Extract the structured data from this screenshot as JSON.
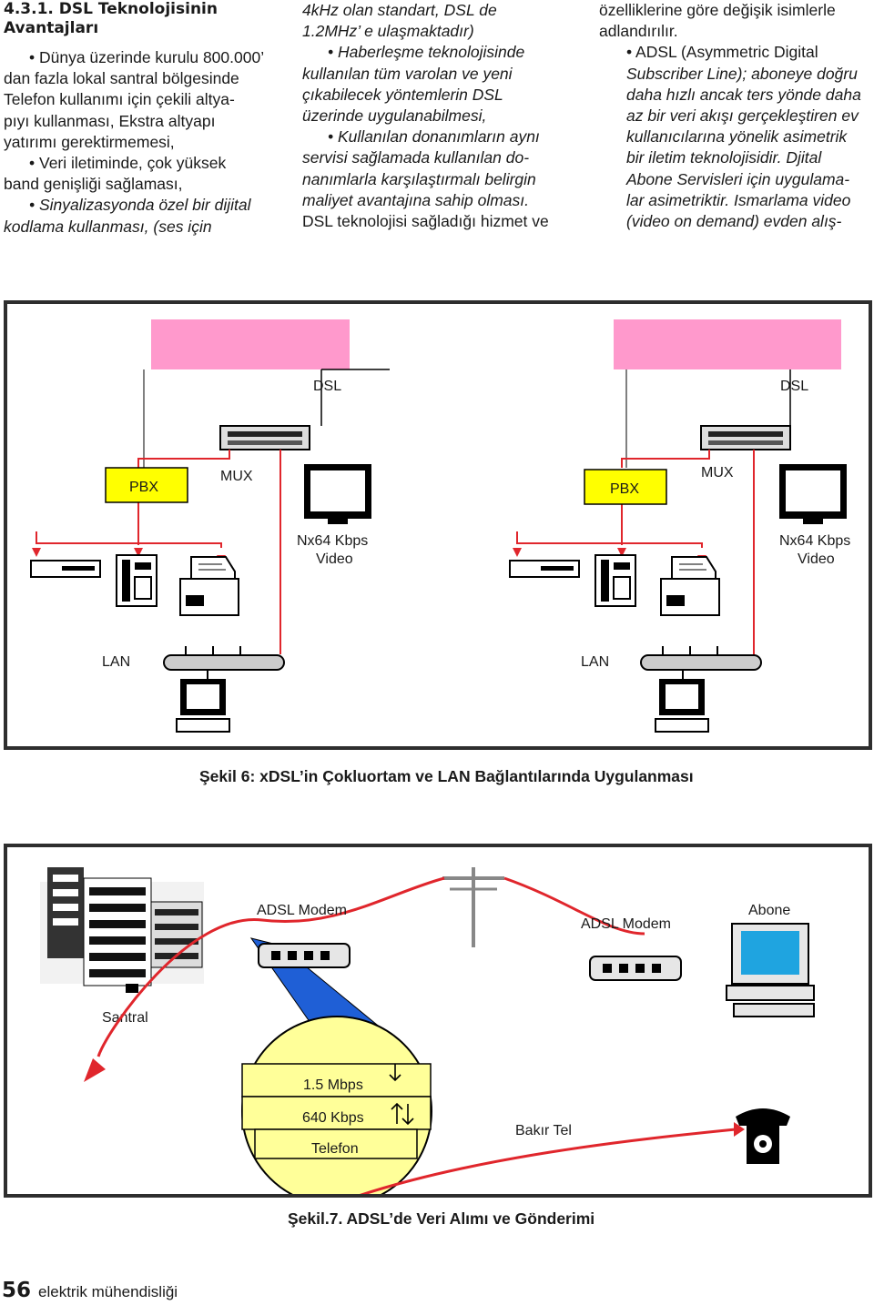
{
  "heading": "4.3.1. DSL Teknolojisinin Avantajları",
  "col1": {
    "l1": "• Dünya üzerinde kurulu 800.000’",
    "l2": "dan fazla lokal santral bölgesinde",
    "l3": "Telefon kullanımı için çekili altya-",
    "l4": "pıyı kullanması, Ekstra altyapı",
    "l5": "yatırımı gerektirmemesi,",
    "l6": "• Veri iletiminde, çok yüksek",
    "l7": "band genişliği sağlaması,",
    "l8": "• Sinyalizasyonda özel bir dijital",
    "l9": "kodlama kullanması, (ses için"
  },
  "col2": {
    "l1": "4kHz olan standart, DSL de",
    "l2": "1.2MHz’ e ulaşmaktadır)",
    "l3": "• Haberleşme teknolojisinde",
    "l4": "kullanılan tüm varolan ve yeni",
    "l5": "çıkabilecek yöntemlerin DSL",
    "l6": "üzerinde uygulanabilmesi,",
    "l7": "• Kullanılan donanımların aynı",
    "l8": "servisi sağlamada kullanılan do-",
    "l9": "nanımlarla karşılaştırmalı belirgin",
    "l10": "maliyet avantajına sahip olması.",
    "l11": "DSL teknolojisi sağladığı hizmet ve"
  },
  "col3": {
    "l1": "özelliklerine göre değişik isimlerle",
    "l2": "adlandırılır.",
    "l3": "• ADSL (Asymmetric Digital",
    "l4": "Subscriber Line); aboneye doğru",
    "l5": "daha hızlı ancak ters yönde daha",
    "l6": "az bir veri akışı gerçekleştiren ev",
    "l7": "kullanıcılarına yönelik asimetrik",
    "l8": "bir iletim teknolojisidir. Djital",
    "l9": "Abone Servisleri için uygulama-",
    "l10": "lar asimetriktir. Ismarlama video",
    "l11": "(video on demand) evden alış-"
  },
  "fig1": {
    "dsl": "DSL",
    "pbx": "PBX",
    "mux": "MUX",
    "video1": "Nx64 Kbps",
    "video2": "Video",
    "lan": "LAN",
    "caption": "Şekil 6: xDSL’in Çokluortam ve LAN Bağlantılarında Uygulanması"
  },
  "fig2": {
    "modem": "ADSL Modem",
    "abone": "Abone",
    "santral": "Santral",
    "rate1": "1.5 Mbps",
    "rate2": "640 Kbps",
    "rate3": "Telefon",
    "copper": "Bakır Tel",
    "caption": "Şekil.7. ADSL’de Veri Alımı ve Gönderimi"
  },
  "footer": {
    "page": "56",
    "journal": "elektrik mühendisliği"
  },
  "colors": {
    "pink": "#ff99cc",
    "yellow": "#ffff00",
    "red_line": "#e0262c",
    "blue": "#1f5fd6",
    "pie": "#ffff99"
  }
}
